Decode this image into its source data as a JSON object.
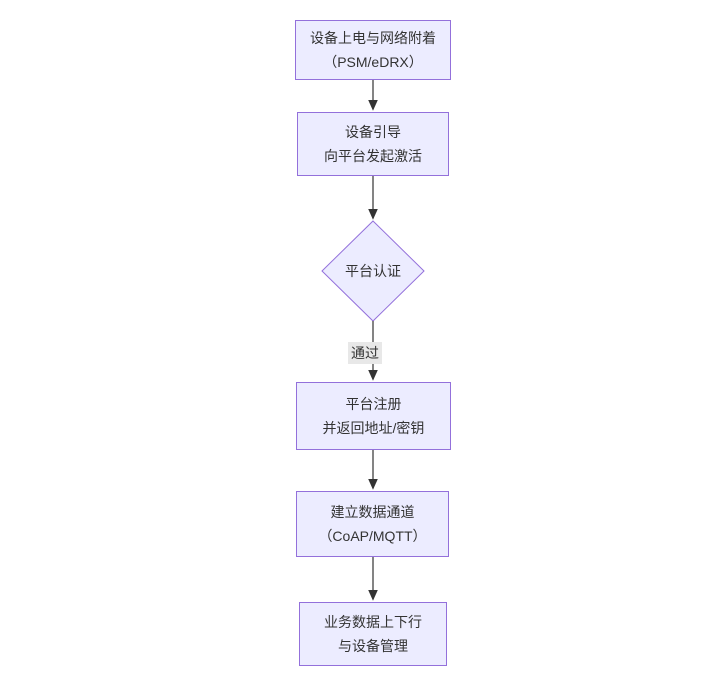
{
  "diagram": {
    "type": "flowchart-top-down",
    "nodes": [
      {
        "id": "device-power-attach",
        "shape": "rect",
        "lines": [
          "设备上电与网络附着",
          "（PSM/eDRX）"
        ]
      },
      {
        "id": "device-bootstrap",
        "shape": "rect",
        "lines": [
          "设备引导",
          "向平台发起激活"
        ]
      },
      {
        "id": "platform-auth",
        "shape": "diamond",
        "label": "平台认证"
      },
      {
        "id": "platform-register",
        "shape": "rect",
        "lines": [
          "平台注册",
          "并返回地址/密钥"
        ]
      },
      {
        "id": "data-channel",
        "shape": "rect",
        "lines": [
          "建立数据通道",
          "（CoAP/MQTT）"
        ]
      },
      {
        "id": "business-data",
        "shape": "rect",
        "lines": [
          "业务数据上下行",
          "与设备管理"
        ]
      }
    ],
    "edges": [
      {
        "from": "device-power-attach",
        "to": "device-bootstrap",
        "label": ""
      },
      {
        "from": "device-bootstrap",
        "to": "platform-auth",
        "label": ""
      },
      {
        "from": "platform-auth",
        "to": "platform-register",
        "label": "通过"
      },
      {
        "from": "platform-register",
        "to": "data-channel",
        "label": ""
      },
      {
        "from": "data-channel",
        "to": "business-data",
        "label": ""
      }
    ],
    "edge_label_pass": "通过",
    "colors": {
      "node_fill": "#ECECFF",
      "node_border": "#9370DB",
      "edge_line": "#333333",
      "text": "#333333",
      "edge_label_bg": "#e8e8e8",
      "background": "#ffffff"
    }
  }
}
